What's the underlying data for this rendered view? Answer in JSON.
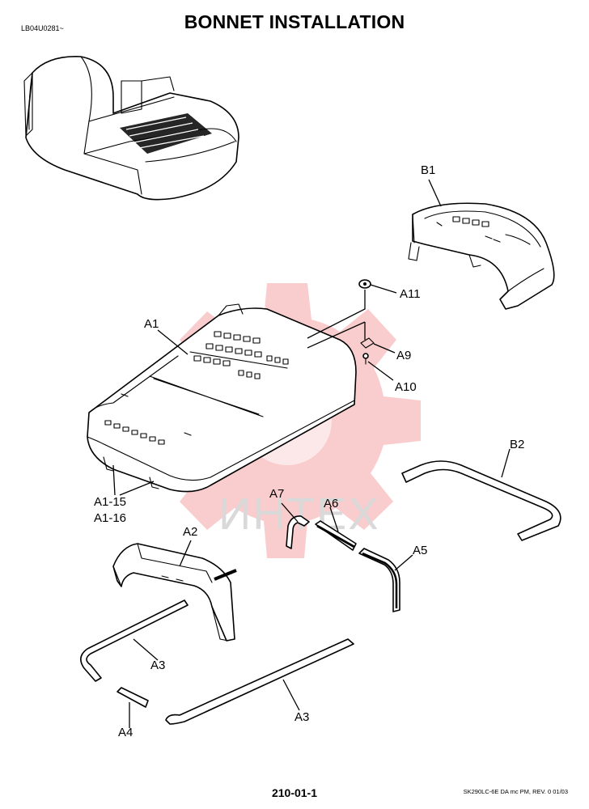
{
  "header": {
    "title": "BONNET INSTALLATION",
    "code": "LB04U0281~"
  },
  "footer": {
    "page": "210-01-1",
    "revision": "SK290LC-6E DA mc PM, REV. 0 01/03"
  },
  "watermark": {
    "text": "ИНТЕХ",
    "color": "#e94a4a"
  },
  "labels": {
    "b1": "B1",
    "a11": "A11",
    "a1": "A1",
    "a9": "A9",
    "a10": "A10",
    "a1_15": "A1-15",
    "a1_16": "A1-16",
    "b2": "B2",
    "a7": "A7",
    "a6": "A6",
    "a2": "A2",
    "a5": "A5",
    "a3_left": "A3",
    "a3_right": "A3",
    "a4": "A4"
  }
}
